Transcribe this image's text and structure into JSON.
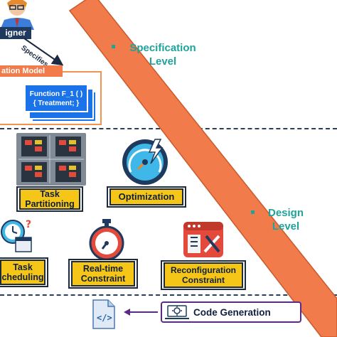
{
  "designer_label": "igner",
  "specifies_label": "Specifies",
  "model_tab_label": "ation Model",
  "function_line1": "Function F_1 ( )",
  "function_line2": "{ Treatment; }",
  "specification_level": {
    "line1": "Specification",
    "line2": "Level"
  },
  "design_level": {
    "line1": "Design",
    "line2": "Level"
  },
  "task_partitioning": {
    "line1": "Task",
    "line2": "Partitioning"
  },
  "optimization": "Optimization",
  "task_scheduling": {
    "line1": "Task",
    "line2": "cheduling"
  },
  "realtime_constraint": {
    "line1": "Real-time",
    "line2": "Constraint"
  },
  "reconfiguration_constraint": {
    "line1": "Reconfiguration",
    "line2": "Constraint"
  },
  "code_generation": "Code Generation",
  "colors": {
    "diagonal_band": "#f27b4b",
    "level_text": "#1fa39a",
    "yellow_box": "#f5c518",
    "navy": "#0f1f3d",
    "blue_card": "#1a73e8",
    "code_gen_border": "#5b2a86"
  }
}
